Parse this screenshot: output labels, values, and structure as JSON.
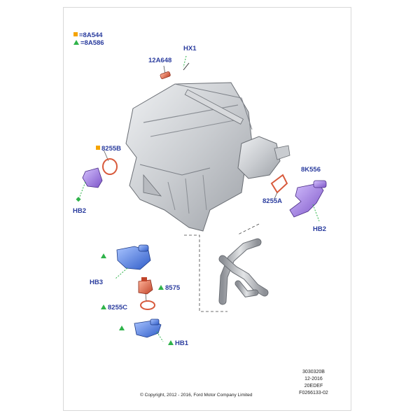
{
  "legend": [
    {
      "marker": "square",
      "text": "=8A544",
      "color": "#f5a400"
    },
    {
      "marker": "triangle",
      "text": "=8A586",
      "color": "#2fb34a"
    }
  ],
  "callouts": {
    "hx1": "HX1",
    "p12a648": "12A648",
    "p8255b": "8255B",
    "hb2_left": "HB2",
    "p8k556": "8K556",
    "p8255a": "8255A",
    "hb2_right": "HB2",
    "hb3": "HB3",
    "p8575": "8575",
    "p8255c": "8255C",
    "hb1": "HB1"
  },
  "codes": [
    "3030320B",
    "12-2016",
    "20EDEF",
    "F0266133-02"
  ],
  "copyright": "© Copyright, 2012 - 2016, Ford Motor Company Limited",
  "colors": {
    "label": "#2a3c9e",
    "accent_orange": "#f5a400",
    "accent_green": "#2fb34a",
    "part_purple": "#9c7bd8",
    "part_blue": "#4a78d8",
    "part_red": "#d85a3c"
  }
}
